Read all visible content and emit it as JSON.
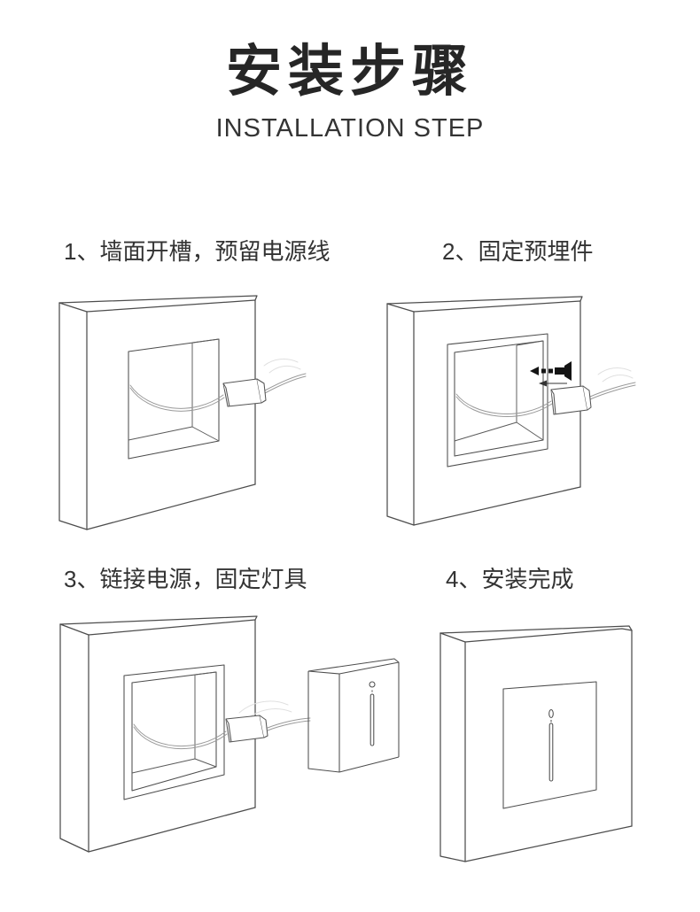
{
  "header": {
    "title": "安装步骤",
    "subtitle": "INSTALLATION STEP"
  },
  "steps": [
    {
      "number": "1",
      "label": "1、墙面开槽，预留电源线"
    },
    {
      "number": "2",
      "label": "2、固定预埋件"
    },
    {
      "number": "3",
      "label": "3、链接电源，固定灯具"
    },
    {
      "number": "4",
      "label": "4、安装完成"
    }
  ],
  "illustrations": [
    {
      "name": "wall-groove-with-reserved-cable"
    },
    {
      "name": "fix-embedded-mounting-frame-with-screw"
    },
    {
      "name": "connect-power-and-fix-lamp"
    },
    {
      "name": "installation-complete-flush-lamp"
    }
  ],
  "colors": {
    "title": "#262626",
    "text": "#333333",
    "line": "#4d4d4d",
    "cable": "#9a9a9a",
    "screw": "#141414",
    "background": "#ffffff"
  }
}
